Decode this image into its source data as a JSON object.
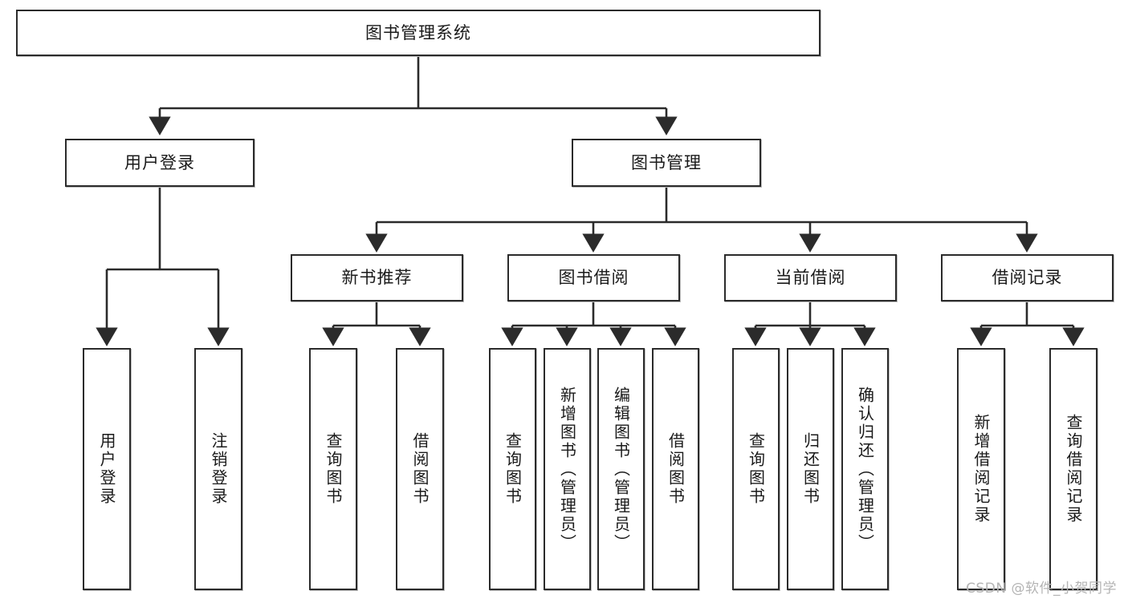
{
  "diagram": {
    "type": "tree",
    "title": "图书管理系统",
    "colors": {
      "box_border": "#2b2b2b",
      "box_fill": "#ffffff",
      "edge": "#2b2b2b",
      "text": "#1a1a1a",
      "watermark": "#b4b4b4",
      "background": "#ffffff"
    },
    "root": {
      "label": "图书管理系统"
    },
    "level2": [
      {
        "label": "用户登录"
      },
      {
        "label": "图书管理"
      }
    ],
    "level3": [
      {
        "label": "新书推荐"
      },
      {
        "label": "图书借阅"
      },
      {
        "label": "当前借阅"
      },
      {
        "label": "借阅记录"
      }
    ],
    "leaves": [
      {
        "label": "用户登录"
      },
      {
        "label": "注销登录"
      },
      {
        "label": "查询图书"
      },
      {
        "label": "借阅图书"
      },
      {
        "label": "查询图书"
      },
      {
        "label": "新增图书（管理员）"
      },
      {
        "label": "编辑图书（管理员）"
      },
      {
        "label": "借阅图书"
      },
      {
        "label": "查询图书"
      },
      {
        "label": "归还图书"
      },
      {
        "label": "确认归还（管理员）"
      },
      {
        "label": "新增借阅记录"
      },
      {
        "label": "查询借阅记录"
      }
    ],
    "edges": [
      {
        "from": "图书管理系统",
        "to": "用户登录"
      },
      {
        "from": "图书管理系统",
        "to": "图书管理"
      },
      {
        "from": "用户登录",
        "to": "用户登录"
      },
      {
        "from": "用户登录",
        "to": "注销登录"
      },
      {
        "from": "图书管理",
        "to": "新书推荐"
      },
      {
        "from": "图书管理",
        "to": "图书借阅"
      },
      {
        "from": "图书管理",
        "to": "当前借阅"
      },
      {
        "from": "图书管理",
        "to": "借阅记录"
      },
      {
        "from": "新书推荐",
        "to": "查询图书"
      },
      {
        "from": "新书推荐",
        "to": "借阅图书"
      },
      {
        "from": "图书借阅",
        "to": "查询图书"
      },
      {
        "from": "图书借阅",
        "to": "新增图书（管理员）"
      },
      {
        "from": "图书借阅",
        "to": "编辑图书（管理员）"
      },
      {
        "from": "图书借阅",
        "to": "借阅图书"
      },
      {
        "from": "当前借阅",
        "to": "查询图书"
      },
      {
        "from": "当前借阅",
        "to": "归还图书"
      },
      {
        "from": "当前借阅",
        "to": "确认归还（管理员）"
      },
      {
        "from": "借阅记录",
        "to": "新增借阅记录"
      },
      {
        "from": "借阅记录",
        "to": "查询借阅记录"
      }
    ]
  },
  "watermark": {
    "text": "CSDN @软件_小贺同学"
  }
}
